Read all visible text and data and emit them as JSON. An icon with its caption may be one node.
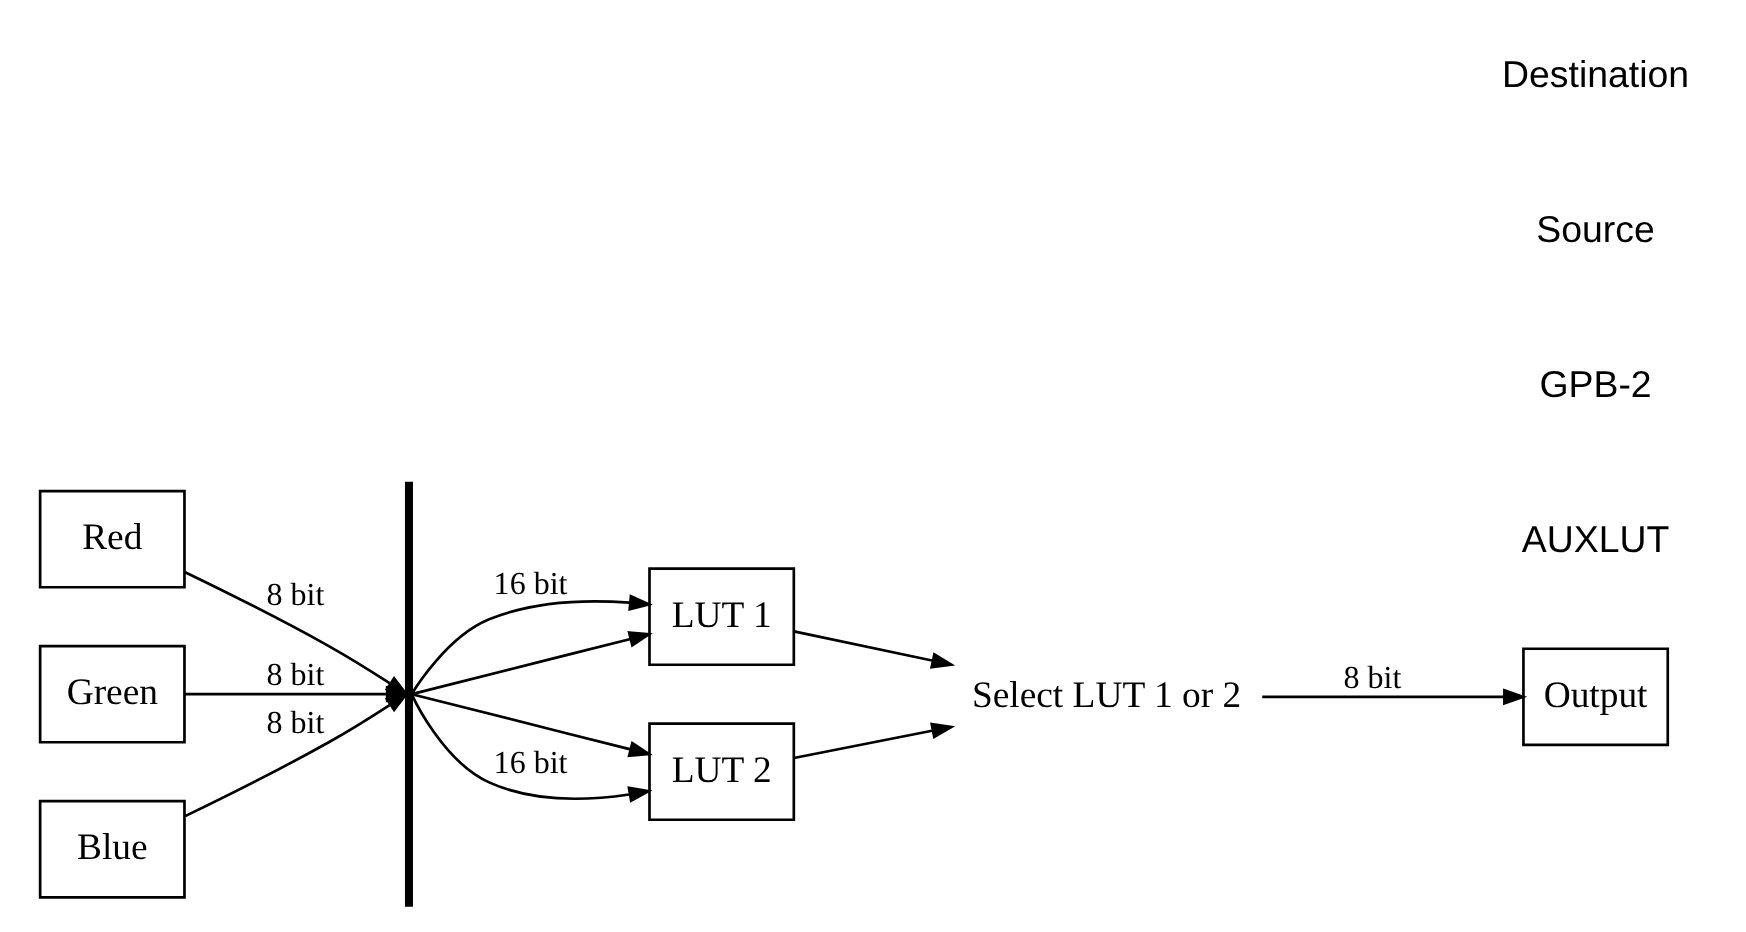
{
  "diagram": {
    "nodes": [
      {
        "text": [
          "Red"
        ]
      },
      {
        "text": [
          "Green"
        ]
      },
      {
        "text": [
          "Blue"
        ]
      },
      {
        "text": [],
        "shape": "bar"
      },
      {
        "text": [
          "LUT 1"
        ]
      },
      {
        "text": [
          "LUT 2"
        ]
      },
      {
        "text": [
          "Select LUT 1 or 2"
        ]
      },
      {
        "text": [
          "Output"
        ]
      }
    ],
    "edges": [
      {
        "from": 0,
        "to": 3,
        "arrow": "to",
        "label": "8 bit"
      },
      {
        "from": 1,
        "to": 3,
        "arrow": "to",
        "label": "8 bit"
      },
      {
        "from": 2,
        "to": 3,
        "arrow": "to",
        "label": "8 bit"
      },
      {
        "from": 3,
        "to": 4,
        "arrow": "to",
        "label": "16 bit"
      },
      {
        "from": 3,
        "to": 4,
        "arrow": "to"
      },
      {
        "from": 3,
        "to": 5,
        "arrow": "to"
      },
      {
        "from": 3,
        "to": 5,
        "arrow": "to",
        "label": "16 bit"
      },
      {
        "from": 4,
        "to": 6,
        "arrow": "to"
      },
      {
        "from": 5,
        "to": 6,
        "arrow": "to"
      },
      {
        "from": 6,
        "to": 7,
        "arrow": "to",
        "label": "8 bit"
      }
    ],
    "labels": [
      "AUXLUT",
      "GPB-2",
      "Source",
      "Destination"
    ]
  }
}
